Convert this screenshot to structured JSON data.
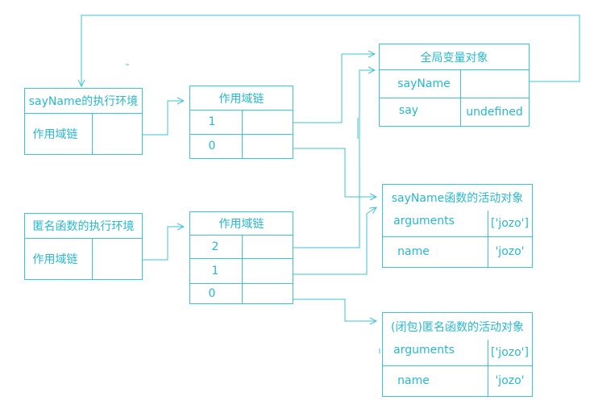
{
  "say_name_env": {
    "title": "sayName的执行环境",
    "row_label": "作用域链"
  },
  "anon_env": {
    "title": "匿名函数的执行环境",
    "row_label": "作用域链"
  },
  "scope_chain_1": {
    "title": "作用域链",
    "indices": [
      "1",
      "0"
    ]
  },
  "scope_chain_2": {
    "title": "作用域链",
    "indices": [
      "2",
      "1",
      "0"
    ]
  },
  "global_object": {
    "title": "全局变量对象",
    "rows": [
      {
        "key": "sayName",
        "value": ""
      },
      {
        "key": "say",
        "value": "undefined"
      }
    ]
  },
  "say_name_activation": {
    "title": "sayName函数的活动对象",
    "rows": [
      {
        "key": "arguments",
        "value": "['jozo']"
      },
      {
        "key": "name",
        "value": "'jozo'"
      }
    ]
  },
  "closure_activation": {
    "title": "(闭包)匿名函数的活动对象",
    "rows": [
      {
        "key": "arguments",
        "value": "['jozo']"
      },
      {
        "key": "name",
        "value": "'jozo'"
      }
    ]
  },
  "colors": {
    "line": "#3cc3d6",
    "text": "#27b8cf"
  }
}
